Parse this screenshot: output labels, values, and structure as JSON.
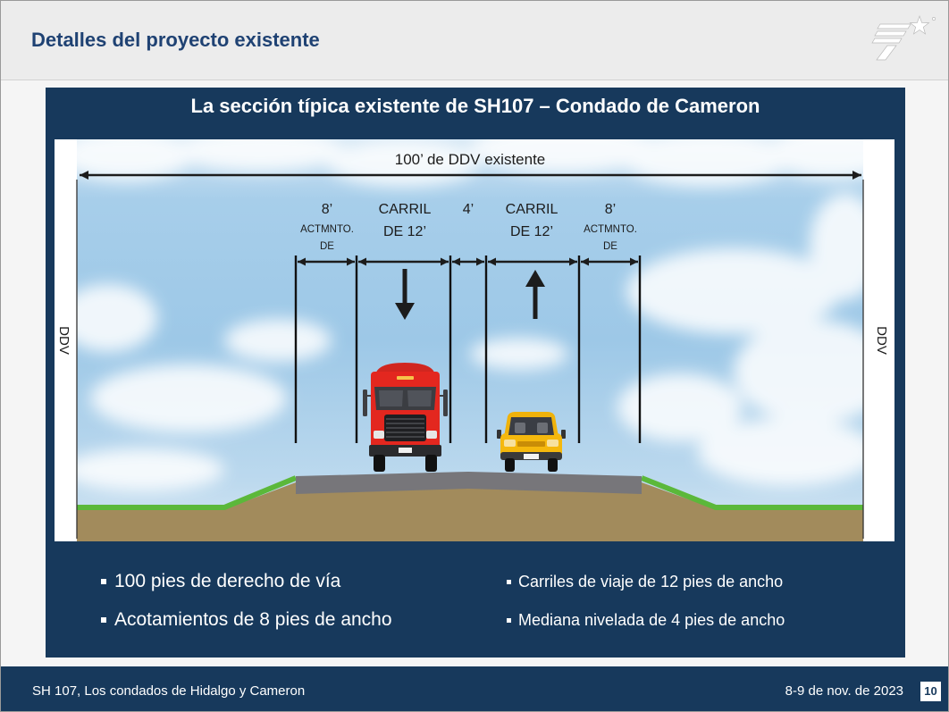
{
  "slide": {
    "title": "Detalles del proyecto existente"
  },
  "panel": {
    "heading": "La sección típica existente de SH107 – Condado de Cameron"
  },
  "diagram": {
    "width_label": "100’ de DDV existente",
    "boundary_left": "DDV",
    "boundary_right": "DDV",
    "segments": [
      {
        "line1": "8’",
        "line2": "ACTMNTO.",
        "line3": "DE"
      },
      {
        "line1": "CARRIL",
        "line2": "DE 12’"
      },
      {
        "line1": "4’"
      },
      {
        "line1": "CARRIL",
        "line2": "DE 12’"
      },
      {
        "line1": "8’",
        "line2": "ACTMNTO.",
        "line3": "DE"
      }
    ]
  },
  "bullets": {
    "left": [
      "100 pies de derecho de vía",
      "Acotamientos de 8 pies de ancho"
    ],
    "right": [
      "Carriles de viaje de 12 pies de ancho",
      "Mediana nivelada de 4 pies de ancho"
    ]
  },
  "footer": {
    "project": "SH 107, Los condados de Hidalgo y Cameron",
    "date": "8-9 de nov. de 2023",
    "page": "10"
  },
  "icons": {
    "logo": "txdot-star-logo-icon",
    "bullet": "square-bullet-icon",
    "lane_1_direction": "arrow-down-icon",
    "lane_2_direction": "arrow-up-icon",
    "vehicle_1": "truck-icon",
    "vehicle_2": "car-icon"
  },
  "colors": {
    "title": "#1f4273",
    "navy": "#17395c",
    "road": "#77767a",
    "ground": "#a28b5c",
    "grass": "#5bb83a"
  }
}
